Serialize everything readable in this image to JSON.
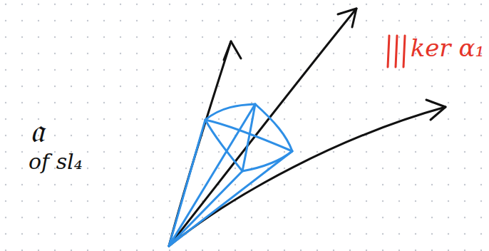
{
  "diagram": {
    "labels": [
      "𝔞",
      "of sl₄",
      "ker α₁"
    ]
  }
}
